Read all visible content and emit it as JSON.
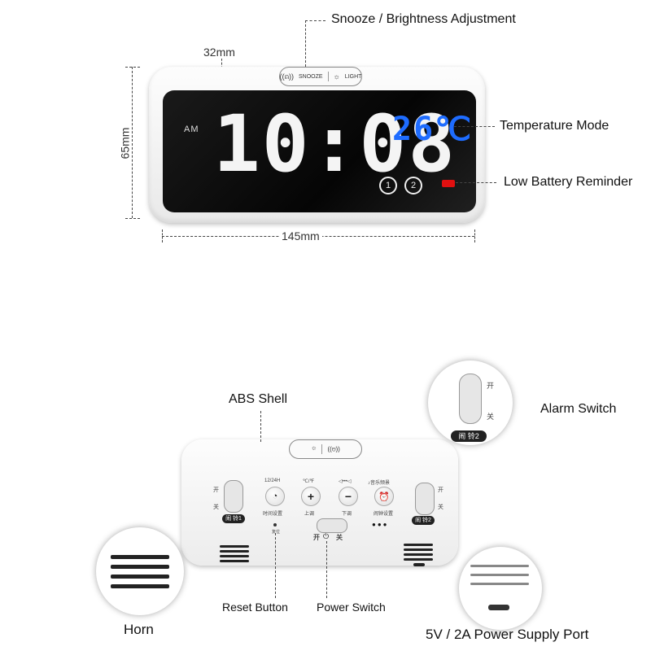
{
  "callouts": {
    "snooze": "Snooze / Brightness Adjustment",
    "temperature": "Temperature Mode",
    "low_battery": "Low Battery Reminder",
    "abs_shell": "ABS Shell",
    "alarm_switch": "Alarm Switch",
    "horn": "Horn",
    "reset": "Reset Button",
    "power": "Power Switch",
    "power_port": "5V / 2A Power Supply Port"
  },
  "dimensions": {
    "depth": "32mm",
    "height": "65mm",
    "width": "145mm"
  },
  "display": {
    "am": "AM",
    "time": "10:08",
    "temperature": "26℃",
    "alarm1": "1",
    "alarm2": "2",
    "top_button_left": "SNOOZE",
    "top_button_right": "LIGHT"
  },
  "back_panel": {
    "btn_12_24": "12/24H",
    "btn_12_24_sub": "时间设置",
    "btn_plus_top": "℃/℉",
    "btn_plus_sub": "上调",
    "btn_minus_top": "◁•••◁",
    "btn_minus_sub": "下调",
    "btn_alarm_top": "♪音乐频景",
    "btn_alarm_sub": "闹钟设置",
    "switch_on": "开",
    "switch_off": "关",
    "alarm1_label": "闹 铃1",
    "alarm2_label": "闹 铃2",
    "reset_label": "复位",
    "power_on": "开",
    "power_off": "关"
  },
  "colors": {
    "temperature": "#1e6cff",
    "battery": "#e01010"
  }
}
